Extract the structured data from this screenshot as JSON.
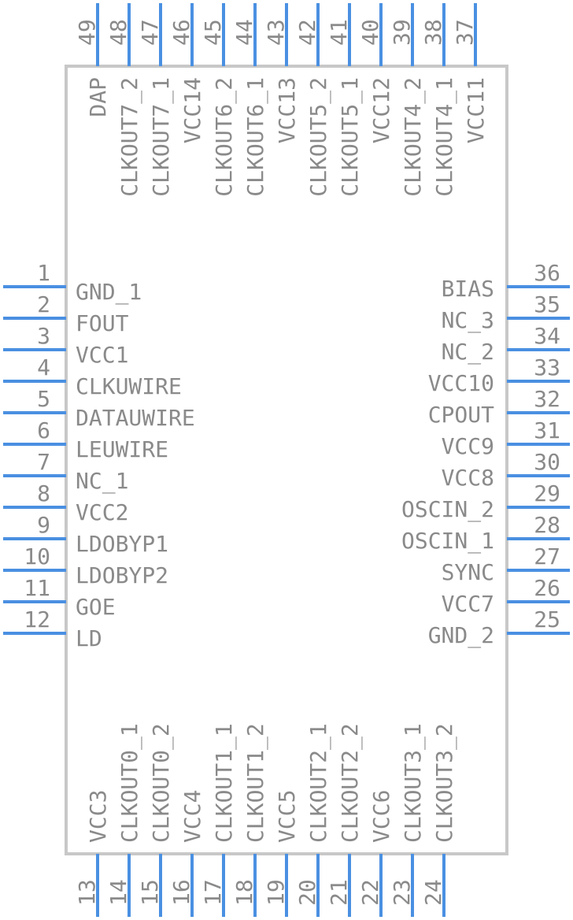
{
  "colors": {
    "body_stroke": "#c8c8c8",
    "pin": "#4a90e2",
    "text": "#8a8a8a"
  },
  "left_pins": [
    {
      "num": "1",
      "name": "GND_1"
    },
    {
      "num": "2",
      "name": "FOUT"
    },
    {
      "num": "3",
      "name": "VCC1"
    },
    {
      "num": "4",
      "name": "CLKUWIRE"
    },
    {
      "num": "5",
      "name": "DATAUWIRE"
    },
    {
      "num": "6",
      "name": "LEUWIRE"
    },
    {
      "num": "7",
      "name": "NC_1"
    },
    {
      "num": "8",
      "name": "VCC2"
    },
    {
      "num": "9",
      "name": "LDOBYP1"
    },
    {
      "num": "10",
      "name": "LDOBYP2"
    },
    {
      "num": "11",
      "name": "GOE"
    },
    {
      "num": "12",
      "name": "LD"
    }
  ],
  "right_pins": [
    {
      "num": "36",
      "name": "BIAS"
    },
    {
      "num": "35",
      "name": "NC_3"
    },
    {
      "num": "34",
      "name": "NC_2"
    },
    {
      "num": "33",
      "name": "VCC10"
    },
    {
      "num": "32",
      "name": "CPOUT"
    },
    {
      "num": "31",
      "name": "VCC9"
    },
    {
      "num": "30",
      "name": "VCC8"
    },
    {
      "num": "29",
      "name": "OSCIN_2"
    },
    {
      "num": "28",
      "name": "OSCIN_1"
    },
    {
      "num": "27",
      "name": "SYNC"
    },
    {
      "num": "26",
      "name": "VCC7"
    },
    {
      "num": "25",
      "name": "GND_2"
    }
  ],
  "top_pins": [
    {
      "num": "49",
      "name": "DAP"
    },
    {
      "num": "48",
      "name": "CLKOUT7_2"
    },
    {
      "num": "47",
      "name": "CLKOUT7_1"
    },
    {
      "num": "46",
      "name": "VCC14"
    },
    {
      "num": "45",
      "name": "CLKOUT6_2"
    },
    {
      "num": "44",
      "name": "CLKOUT6_1"
    },
    {
      "num": "43",
      "name": "VCC13"
    },
    {
      "num": "42",
      "name": "CLKOUT5_2"
    },
    {
      "num": "41",
      "name": "CLKOUT5_1"
    },
    {
      "num": "40",
      "name": "VCC12"
    },
    {
      "num": "39",
      "name": "CLKOUT4_2"
    },
    {
      "num": "38",
      "name": "CLKOUT4_1"
    },
    {
      "num": "37",
      "name": "VCC11"
    }
  ],
  "bottom_pins": [
    {
      "num": "13",
      "name": "VCC3"
    },
    {
      "num": "14",
      "name": "CLKOUT0_1"
    },
    {
      "num": "15",
      "name": "CLKOUT0_2"
    },
    {
      "num": "16",
      "name": "VCC4"
    },
    {
      "num": "17",
      "name": "CLKOUT1_1"
    },
    {
      "num": "18",
      "name": "CLKOUT1_2"
    },
    {
      "num": "19",
      "name": "VCC5"
    },
    {
      "num": "20",
      "name": "CLKOUT2_1"
    },
    {
      "num": "21",
      "name": "CLKOUT2_2"
    },
    {
      "num": "22",
      "name": "VCC6"
    },
    {
      "num": "23",
      "name": "CLKOUT3_1"
    },
    {
      "num": "24",
      "name": "CLKOUT3_2"
    }
  ]
}
